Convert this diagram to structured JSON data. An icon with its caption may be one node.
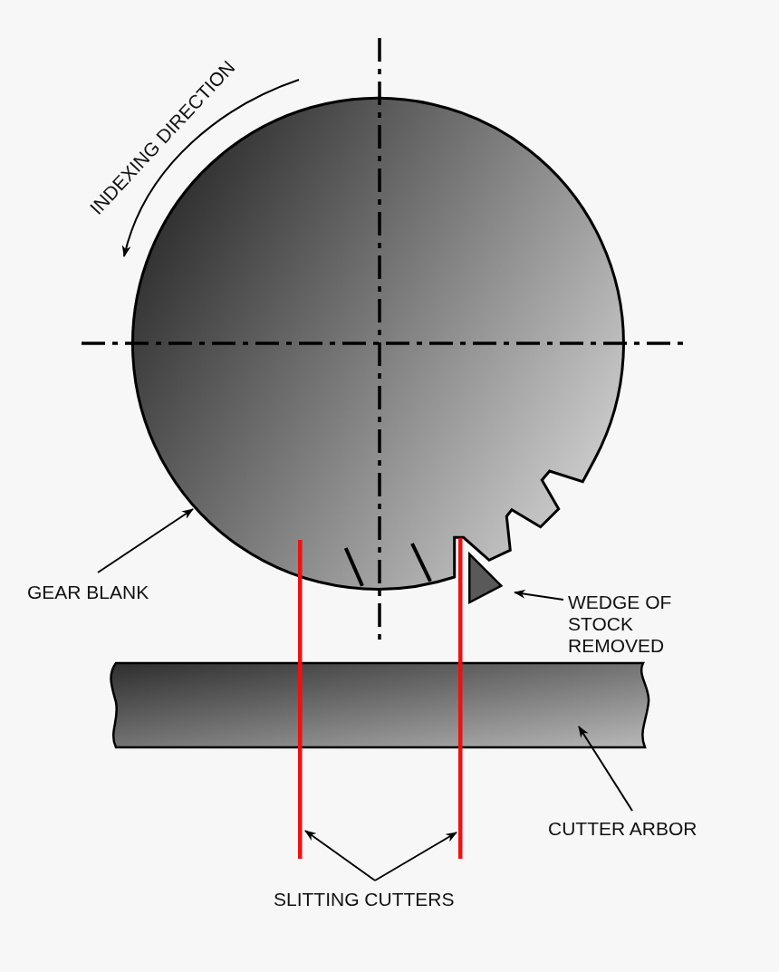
{
  "diagram": {
    "nodes": [
      {
        "text": [
          "GEAR BLANK"
        ]
      },
      {
        "text": [],
        "shape": "circle"
      },
      {
        "text": [
          "WEDGE OF STOCK REMOVED"
        ]
      },
      {
        "text": [],
        "shape": "triangle"
      },
      {
        "text": [
          "CUTTER ARBOR"
        ]
      },
      {
        "text": [],
        "shape": "bar"
      },
      {
        "text": [
          "SLITTING CUTTERS"
        ]
      },
      {
        "text": [],
        "shape": "bar"
      },
      {
        "text": [],
        "shape": "bar"
      }
    ],
    "edges": [
      {
        "from": 0,
        "to": 1,
        "arrow": "to"
      },
      {
        "from": 2,
        "to": 3,
        "arrow": "to"
      },
      {
        "from": 4,
        "to": 5,
        "arrow": "to"
      },
      {
        "from": 6,
        "to": 7,
        "arrow": "to"
      },
      {
        "from": 6,
        "to": 8,
        "arrow": "to"
      }
    ],
    "labels": [
      "INDEXING DIRECTION"
    ]
  }
}
